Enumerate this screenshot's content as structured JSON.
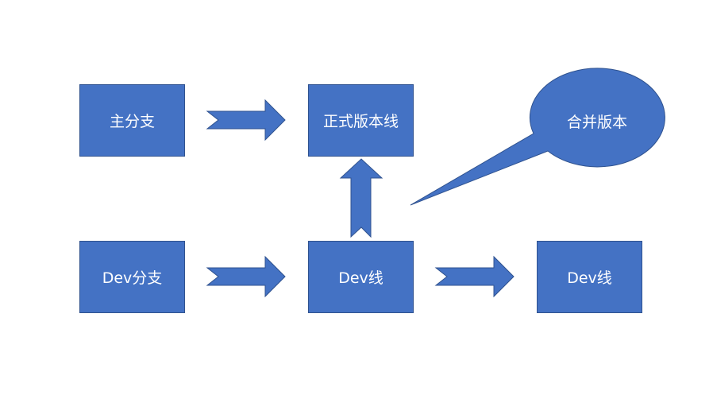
{
  "diagram": {
    "colors": {
      "fill": "#4472C4",
      "stroke": "#2F528F",
      "text": "#FFFFFF",
      "background": "#FFFFFF"
    },
    "nodes": [
      {
        "id": "main-branch",
        "label": "主分支"
      },
      {
        "id": "release-line",
        "label": "正式版本线"
      },
      {
        "id": "dev-branch",
        "label": "Dev分支"
      },
      {
        "id": "dev-line",
        "label": "Dev线"
      },
      {
        "id": "dev-line-2",
        "label": "Dev线"
      }
    ],
    "callout": {
      "label": "合并版本",
      "points_to": "dev-line"
    },
    "edges": [
      {
        "from": "main-branch",
        "to": "release-line",
        "direction": "right"
      },
      {
        "from": "dev-branch",
        "to": "dev-line",
        "direction": "right"
      },
      {
        "from": "dev-line",
        "to": "release-line",
        "direction": "up"
      },
      {
        "from": "dev-line",
        "to": "dev-line-2",
        "direction": "right"
      }
    ]
  }
}
